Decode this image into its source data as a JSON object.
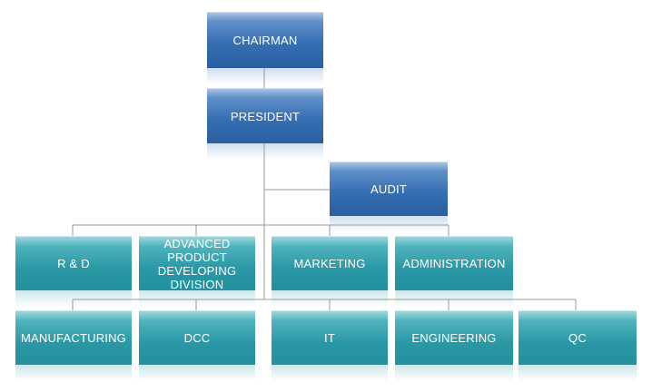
{
  "nodes": {
    "chairman": "CHAIRMAN",
    "president": "PRESIDENT",
    "audit": "AUDIT",
    "rd": "R & D",
    "advanced": "ADVANCED PRODUCT DEVELOPING DIVISION",
    "marketing": "MARKETING",
    "administration": "ADMINISTRATION",
    "manufacturing": "MANUFACTURING",
    "dcc": "DCC",
    "it": "IT",
    "engineering": "ENGINEERING",
    "qc": "QC"
  },
  "colors": {
    "executive_box": "#356fb3",
    "department_box": "#2a99a6",
    "connector": "#9a9a9a"
  }
}
